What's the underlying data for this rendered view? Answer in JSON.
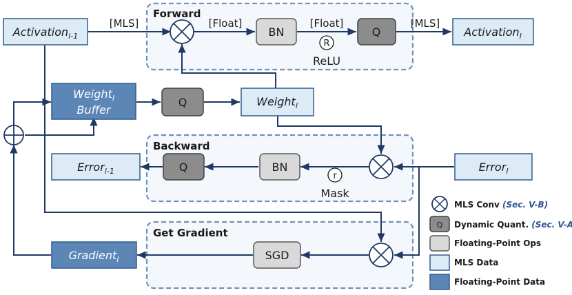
{
  "groups": {
    "forward": "Forward",
    "backward": "Backward",
    "get_gradient": "Get Gradient"
  },
  "nodes": {
    "activation_prev": {
      "main": "Activation",
      "sub": "l-1"
    },
    "activation_cur": {
      "main": "Activation",
      "sub": "l"
    },
    "weight_buffer": {
      "main": "Weight",
      "sub": "l",
      "line2": "Buffer"
    },
    "weight": {
      "main": "Weight",
      "sub": "l"
    },
    "error_prev": {
      "main": "Error",
      "sub": "l-1"
    },
    "error_cur": {
      "main": "Error",
      "sub": "l"
    },
    "gradient": {
      "main": "Gradient",
      "sub": "l"
    },
    "bn_forward": "BN",
    "q_forward": "Q",
    "q_weight": "Q",
    "bn_backward": "BN",
    "q_backward": "Q",
    "sgd": "SGD"
  },
  "edge_labels": {
    "mls_in": "[MLS]",
    "float_1": "[Float]",
    "float_2": "[Float]",
    "mls_out": "[MLS]"
  },
  "ops": {
    "relu_symbol": "R",
    "relu_label": "ReLU",
    "mask_symbol": "r",
    "mask_label": "Mask"
  },
  "legend": [
    {
      "kind": "conv",
      "label": "MLS Conv",
      "ref": "(Sec. V-B)"
    },
    {
      "kind": "quant",
      "symbol": "Q",
      "label": "Dynamic Quant.",
      "ref": "(Sec. V-A)"
    },
    {
      "kind": "op",
      "label": "Floating-Point Ops",
      "ref": ""
    },
    {
      "kind": "mls",
      "label": "MLS Data",
      "ref": ""
    },
    {
      "kind": "fp",
      "label": "Floating-Point Data",
      "ref": ""
    }
  ],
  "colors": {
    "mls_data": "#ddebf7",
    "fp_data": "#5b86b6",
    "fp_ops": "#d9d9d9",
    "quant": "#8c8c8c",
    "wire": "#1f3864"
  }
}
